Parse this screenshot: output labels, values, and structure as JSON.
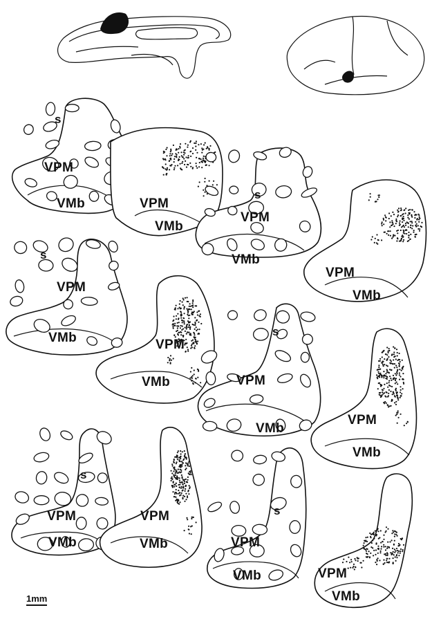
{
  "labels": {
    "vpm": "VPM",
    "vmb": "VMb",
    "s": "s",
    "scale": "1mm"
  },
  "colors": {
    "ink": "#111111",
    "paper": "#ffffff"
  }
}
